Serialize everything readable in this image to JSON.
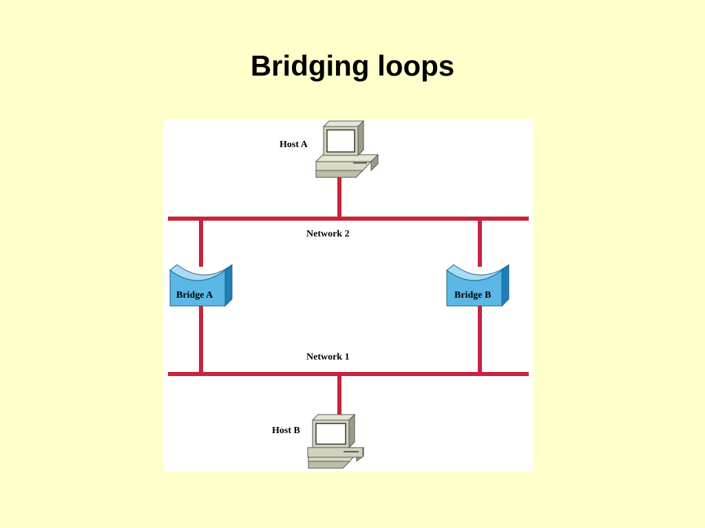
{
  "slide": {
    "title": "Bridging loops"
  },
  "diagram": {
    "hosts": [
      {
        "id": "host-a",
        "label": "Host A"
      },
      {
        "id": "host-b",
        "label": "Host B"
      }
    ],
    "networks": [
      {
        "id": "network-2",
        "label": "Network 2"
      },
      {
        "id": "network-1",
        "label": "Network 1"
      }
    ],
    "bridges": [
      {
        "id": "bridge-a",
        "label": "Bridge A"
      },
      {
        "id": "bridge-b",
        "label": "Bridge B"
      }
    ],
    "colors": {
      "background": "#ffffcc",
      "panel": "#ffffff",
      "network_line": "#c8243c",
      "bridge_fill": "#5bb7e6",
      "bridge_dark": "#1f7fb8",
      "computer_body": "#c9c9b4"
    }
  }
}
